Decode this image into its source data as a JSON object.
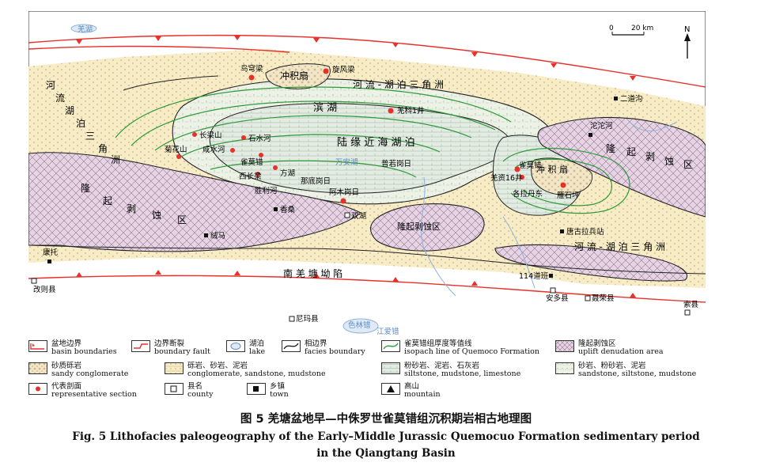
{
  "map": {
    "regions": {
      "uplift_north": "河 流 - 湖 泊 三 角 洲",
      "uplift_west_delta": [
        "河",
        "流",
        "湖",
        "泊",
        "三",
        "角",
        "洲"
      ],
      "lake_shore": "滨 湖",
      "nearshore_lake": "陆 缘 近 海 湖 泊",
      "uplift_zone_west": [
        "隆",
        "起",
        "剥",
        "蚀",
        "区"
      ],
      "uplift_zone_east": [
        "隆",
        "起",
        "剥",
        "蚀",
        "区"
      ],
      "uplift_zone_center": "隆起剥蚀区",
      "delta_east": "河 流 - 湖 泊 三 角 洲",
      "fan_north": "冲积扇",
      "fan_east": "冲 积 扇",
      "basin_south": "南  羌  塘  坳  陷"
    },
    "lakes": {
      "qiang_lake": "羌湖",
      "shuang_lake": "双湖",
      "seling": "色林错",
      "wanan_lake": "万安湖",
      "jiangcuo": "江爱错"
    },
    "sections": {
      "juewanliang": "鸟穹梁",
      "xuanfengliang": "旋风梁",
      "guangke1": "羌科1井",
      "changliangshan": "长梁山",
      "shishuihe": "石水河",
      "juhuashan": "菊花山",
      "xianshuihe": "咸水河",
      "quemocuo_w": "雀莫错",
      "fangshan": "方湖",
      "xichangliang": "西长梁",
      "shenglihe": "胜利河",
      "amu_gangri": "阿木岗日",
      "naodigangri": "那底岗日",
      "pu_ruo_gang_ri": "普若岗日",
      "quemocuo_e": "雀莫错",
      "guanjing16": "羌资16井",
      "gelaladandong": "各拉丹东",
      "yanshiping": "雁石坪"
    },
    "towns": {
      "erdaogou": "二道沟",
      "tuotuohe": "沱沱河",
      "tanggula": "唐古拉兵站",
      "baojie": "114道班",
      "kangtuo": "康托",
      "rongma": "绒马",
      "xiangsang": "香桑"
    },
    "counties": {
      "gaize": "改则县",
      "anduo": "安多县",
      "nierong": "聂荣县",
      "suoxian": "索县",
      "nima": "尼玛县"
    },
    "scale": {
      "zero": "0",
      "value": "20 km"
    },
    "north": "N"
  },
  "legend": [
    {
      "cn": "盆地边界",
      "en": "basin boundaries"
    },
    {
      "cn": "边界断裂",
      "en": "boundary fault"
    },
    {
      "cn": "湖泊",
      "en": "lake"
    },
    {
      "cn": "相边界",
      "en": "facies boundary"
    },
    {
      "cn": "雀莫错组厚度等值线",
      "en": "isopach line of Quemoco Formation"
    },
    {
      "cn": "隆起剥蚀区",
      "en": "uplift denudation area"
    },
    {
      "cn": "砂质砾岩",
      "en": "sandy conglomerate"
    },
    {
      "cn": "砾岩、砂岩、泥岩",
      "en": "conglomerate, sandstone, mudstone"
    },
    {
      "cn": "粉砂岩、泥岩、石灰岩",
      "en": "siltstone, mudstone, limestone"
    },
    {
      "cn": "砂岩、粉砂岩、泥岩",
      "en": "sandstone, siltstone, mudstone"
    },
    {
      "cn": "代表剖面",
      "en": "representative section"
    },
    {
      "cn": "县名",
      "en": "county"
    },
    {
      "cn": "乡镇",
      "en": "town"
    },
    {
      "cn": "高山",
      "en": "mountain"
    }
  ],
  "caption": {
    "cn": "图 5   羌塘盆地早—中侏罗世雀莫错组沉积期岩相古地理图",
    "en_line1": "Fig. 5    Lithofacies paleogeography of the Early–Middle Jurassic Quemocuo Formation sedimentary period",
    "en_line2": "in the Qiangtang Basin"
  },
  "colors": {
    "delta_fill": "#f7ecc6",
    "uplift_fill": "#e6d4e4",
    "lake_fill": "#e3ece3",
    "isopach": "#2f9a3a",
    "fault": "#e8312b",
    "water": "#8fb3d9"
  }
}
